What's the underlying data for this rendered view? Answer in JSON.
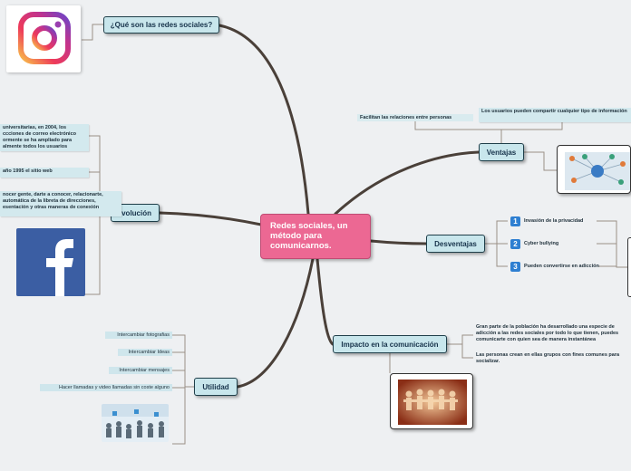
{
  "central": "Redes sociales, un método para comunicarnos.",
  "topics": {
    "que_son": "¿Qué son las redes sociales?",
    "evolucion": "Evolución",
    "utilidad": "Utilidad",
    "ventajas": "Ventajas",
    "desventajas": "Desventajas",
    "impacto": "Impacto en la comunicación"
  },
  "evolucion_notes": [
    "universitarias, en 2004, los ccciones de correo electrónico ormente se ha ampliado para almente todos los usuarios",
    "año 1995 el sitio web",
    "nocer gente, darte a conocer, relacionarte, automática de la libreta de direcciones, esentación y otras maneras de conexión"
  ],
  "utilidad_items": [
    "Intercambiar fotografias",
    "Intercambiar Ideas",
    "Intercambiar mensajes",
    "Hacer llamadas y video llamadas sin coste alguno"
  ],
  "ventajas_items": [
    "Facilitan las relaciones entre personas",
    "Los usuarios pueden compartir cualquier tipo de información"
  ],
  "desventajas_items": [
    {
      "badge": "1",
      "text": "Invasión de la privacidad"
    },
    {
      "badge": "2",
      "text": "Cyber bullying"
    },
    {
      "badge": "3",
      "text": "Pueden convertirse en adicción"
    }
  ],
  "impacto_items": [
    "Gran parte de la población ha desarrollado una especie de adicción a las redes sociales por todo lo que tienen, puedes comunicarte con quien sea de manera instantánea",
    "Las personas crean en ellas grupos con fines comunes para socializar."
  ],
  "colors": {
    "central": "#ec6893",
    "node": "#c8e6ec",
    "branch": "#4a4039",
    "badge": "#2e7fd1"
  },
  "icons": [
    "instagram-logo",
    "facebook-logo",
    "network-people-image",
    "crowd-image",
    "paper-people-image"
  ]
}
